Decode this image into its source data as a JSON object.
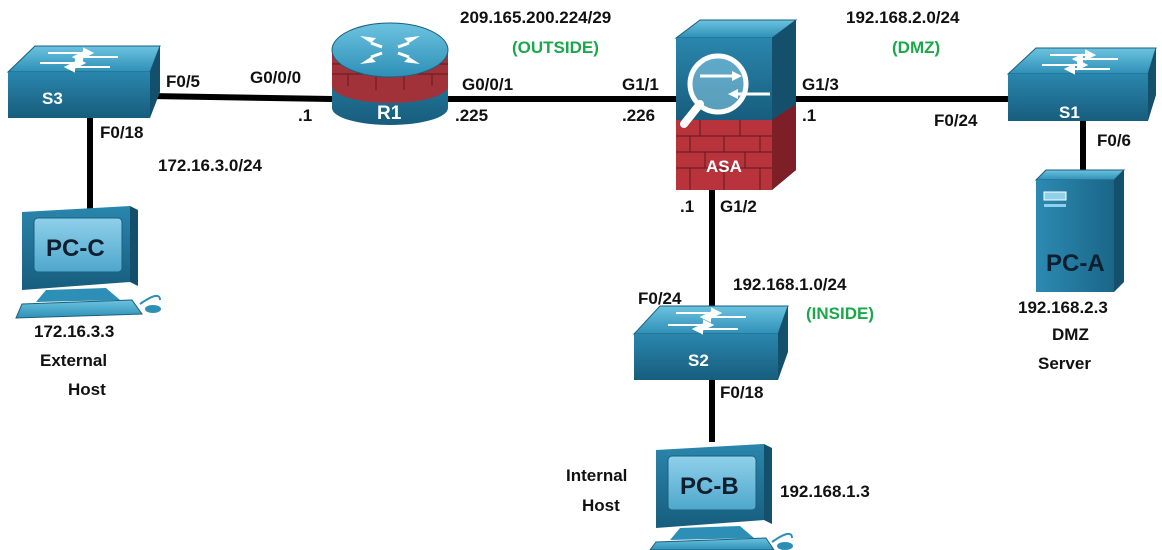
{
  "colors": {
    "link": "#000000",
    "device_top": "#3ea3c6",
    "device_side": "#1f6f91",
    "firewall_red": "#b8333b",
    "zone_label": "#1aa84b"
  },
  "links": [
    {
      "from": "S3",
      "to": "R1",
      "from_port": "F0/5",
      "to_port": "G0/0/0"
    },
    {
      "from": "R1",
      "to": "ASA",
      "from_port": "G0/0/1",
      "to_port": "G1/1"
    },
    {
      "from": "ASA",
      "to": "S1",
      "from_port": "G1/3",
      "to_port": "F0/24"
    },
    {
      "from": "ASA",
      "to": "S2",
      "from_port": "G1/2",
      "to_port": "F0/24"
    },
    {
      "from": "S3",
      "to": "PC-C",
      "from_port": "F0/18",
      "to_port": ""
    },
    {
      "from": "S1",
      "to": "PC-A",
      "from_port": "F0/6",
      "to_port": ""
    },
    {
      "from": "S2",
      "to": "PC-B",
      "from_port": "F0/18",
      "to_port": ""
    }
  ],
  "devices": {
    "s3": {
      "name": "S3",
      "icon": "switch-icon"
    },
    "r1": {
      "name": "R1",
      "icon": "router-icon"
    },
    "asa": {
      "name": "ASA",
      "icon": "asa-firewall-icon"
    },
    "s1": {
      "name": "S1",
      "icon": "switch-icon"
    },
    "s2": {
      "name": "S2",
      "icon": "switch-icon"
    },
    "pc_c": {
      "name": "PC-C",
      "icon": "pc-icon",
      "ip": "172.16.3.3",
      "role_line1": "External",
      "role_line2": "Host"
    },
    "pc_a": {
      "name": "PC-A",
      "icon": "server-icon",
      "ip": "192.168.2.3",
      "role_line1": "DMZ",
      "role_line2": "Server"
    },
    "pc_b": {
      "name": "PC-B",
      "icon": "pc-icon",
      "ip": "192.168.1.3",
      "role_line1": "Internal",
      "role_line2": "Host"
    }
  },
  "ports": {
    "s3_f05": "F0/5",
    "r1_g000": "G0/0/0",
    "s3_f018": "F0/18",
    "r1_g001": "G0/0/1",
    "asa_g11": "G1/1",
    "asa_g13": "G1/3",
    "s1_f024": "F0/24",
    "s1_f06": "F0/6",
    "asa_g12": "G1/2",
    "s2_f024": "F0/24",
    "s2_f018": "F0/18"
  },
  "host_ids": {
    "r1_g000": ".1",
    "r1_g001": ".225",
    "asa_g11": ".226",
    "asa_g13": ".1",
    "asa_g12": ".1"
  },
  "networks": {
    "outside": {
      "subnet": "209.165.200.224/29",
      "zone": "(OUTSIDE)"
    },
    "dmz": {
      "subnet": "192.168.2.0/24",
      "zone": "(DMZ)"
    },
    "inside": {
      "subnet": "192.168.1.0/24",
      "zone": "(INSIDE)"
    },
    "external": {
      "subnet": "172.16.3.0/24"
    }
  }
}
